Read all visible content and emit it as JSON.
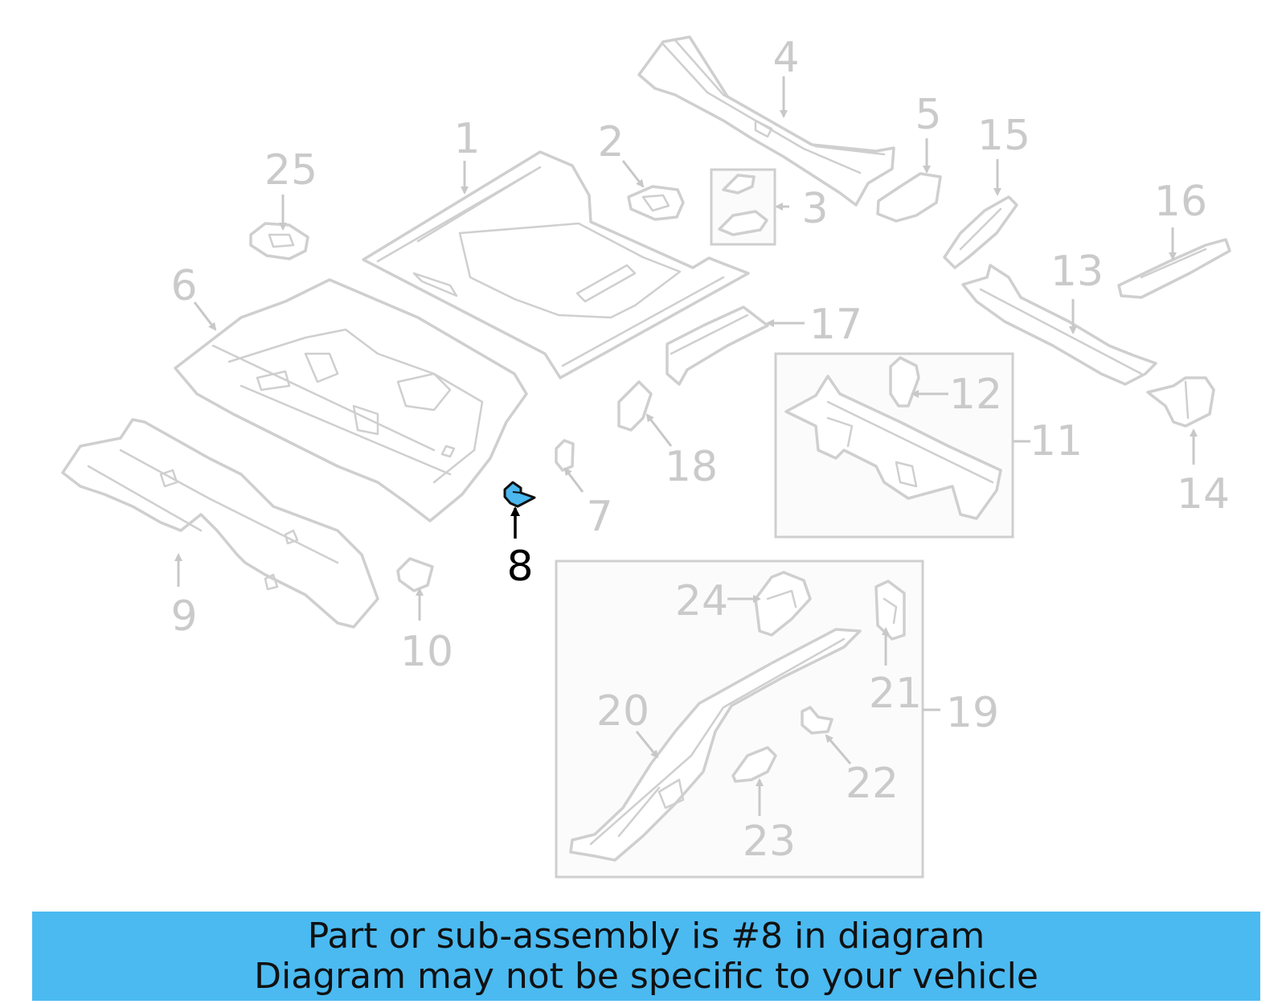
{
  "diagram": {
    "callouts": [
      "1",
      "2",
      "3",
      "4",
      "5",
      "6",
      "7",
      "8",
      "9",
      "10",
      "11",
      "12",
      "13",
      "14",
      "15",
      "16",
      "17",
      "18",
      "19",
      "20",
      "21",
      "22",
      "23",
      "24",
      "25"
    ],
    "highlighted_callout": "8",
    "colors": {
      "highlight": "#4bb8ef",
      "line_art": "#cfcfcf",
      "banner": "#4bbaf1"
    }
  },
  "banner": {
    "line1": "Part or sub-assembly is #8 in diagram",
    "line2": "Diagram may not be specific to your vehicle"
  }
}
